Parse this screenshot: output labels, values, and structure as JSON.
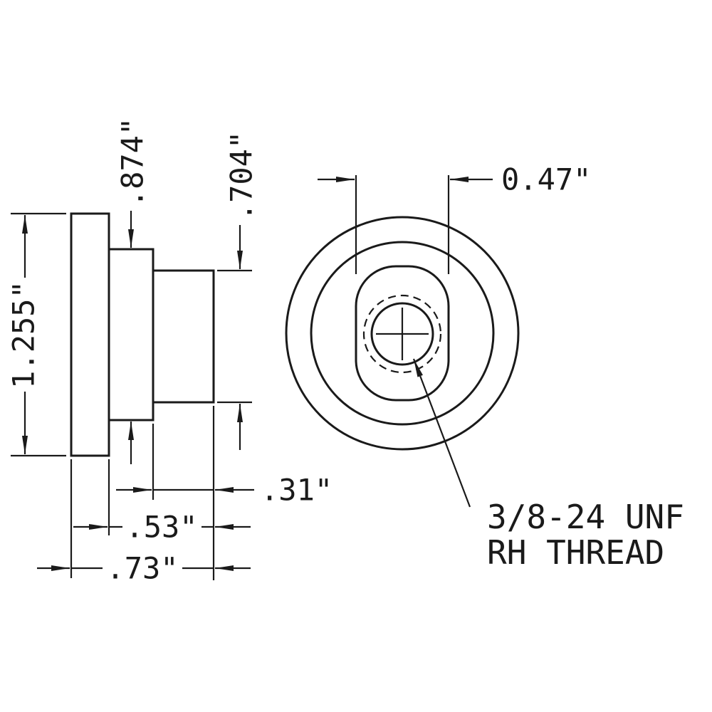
{
  "drawing_title": "Knob / bushing part drawing, side and front views",
  "dimensions": {
    "overall_height": "1.255\"",
    "hub_height": ".874\"",
    "stem_height": ".704\"",
    "stem_length": ".31\"",
    "hub_length": ".53\"",
    "overall_length": ".73\"",
    "slot_width": "0.47\""
  },
  "annotations": {
    "thread_line1": "3/8-24 UNF",
    "thread_line2": "RH THREAD"
  },
  "colors": {
    "line": "#1a1a1a",
    "background": "#ffffff"
  }
}
